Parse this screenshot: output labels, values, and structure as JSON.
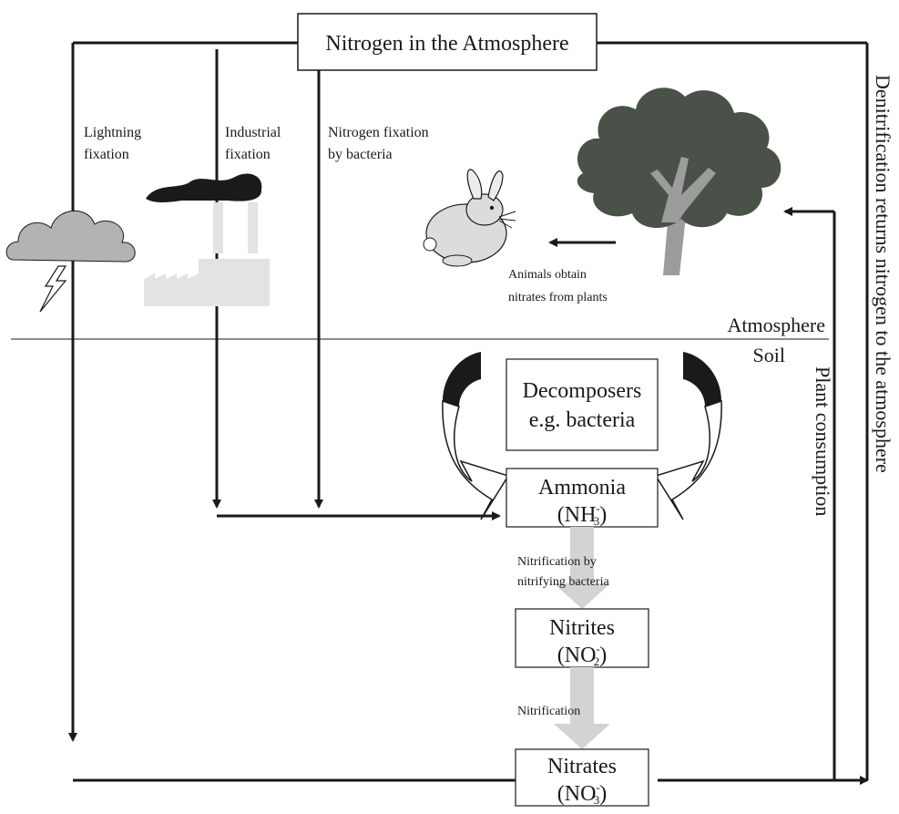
{
  "diagram": {
    "title": "Nitrogen in the Atmosphere",
    "fixation_labels": {
      "lightning": [
        "Lightning",
        "fixation"
      ],
      "industrial": [
        "Industrial",
        "fixation"
      ],
      "bacteria": [
        "Nitrogen fixation",
        "by bacteria"
      ]
    },
    "animals_label": [
      "Animals obtain",
      "nitrates from plants"
    ],
    "zones": {
      "atmosphere": "Atmosphere",
      "soil": "Soil"
    },
    "decomposers": [
      "Decomposers",
      "e.g. bacteria"
    ],
    "ammonia": {
      "name": "Ammonia",
      "formula": "(NH",
      "sub": "3",
      "sup": "-",
      "close": ")"
    },
    "nitrites": {
      "name": "Nitrites",
      "formula": "(NO",
      "sub": "2",
      "sup": "-",
      "close": ")"
    },
    "nitrates": {
      "name": "Nitrates",
      "formula": "(NO",
      "sub": "3",
      "sup": "-",
      "close": ")"
    },
    "nitrification_1": [
      "Nitrification by",
      "nitrifying bacteria"
    ],
    "nitrification_2": "Nitrification",
    "plant_consumption": "Plant consumption",
    "denitrification": "Denitrification returns nitrogen to the atmosphere"
  },
  "colors": {
    "line": "#1a1a1a",
    "cloud": "#b3b3b3",
    "factory": "#e3e3e3",
    "smoke": "#1a1a1a",
    "tree_canopy": "#4a5148",
    "trunk": "#9c9c9c",
    "process_arrow": "#d3d3d3",
    "rabbit": "#dcdcdc"
  }
}
